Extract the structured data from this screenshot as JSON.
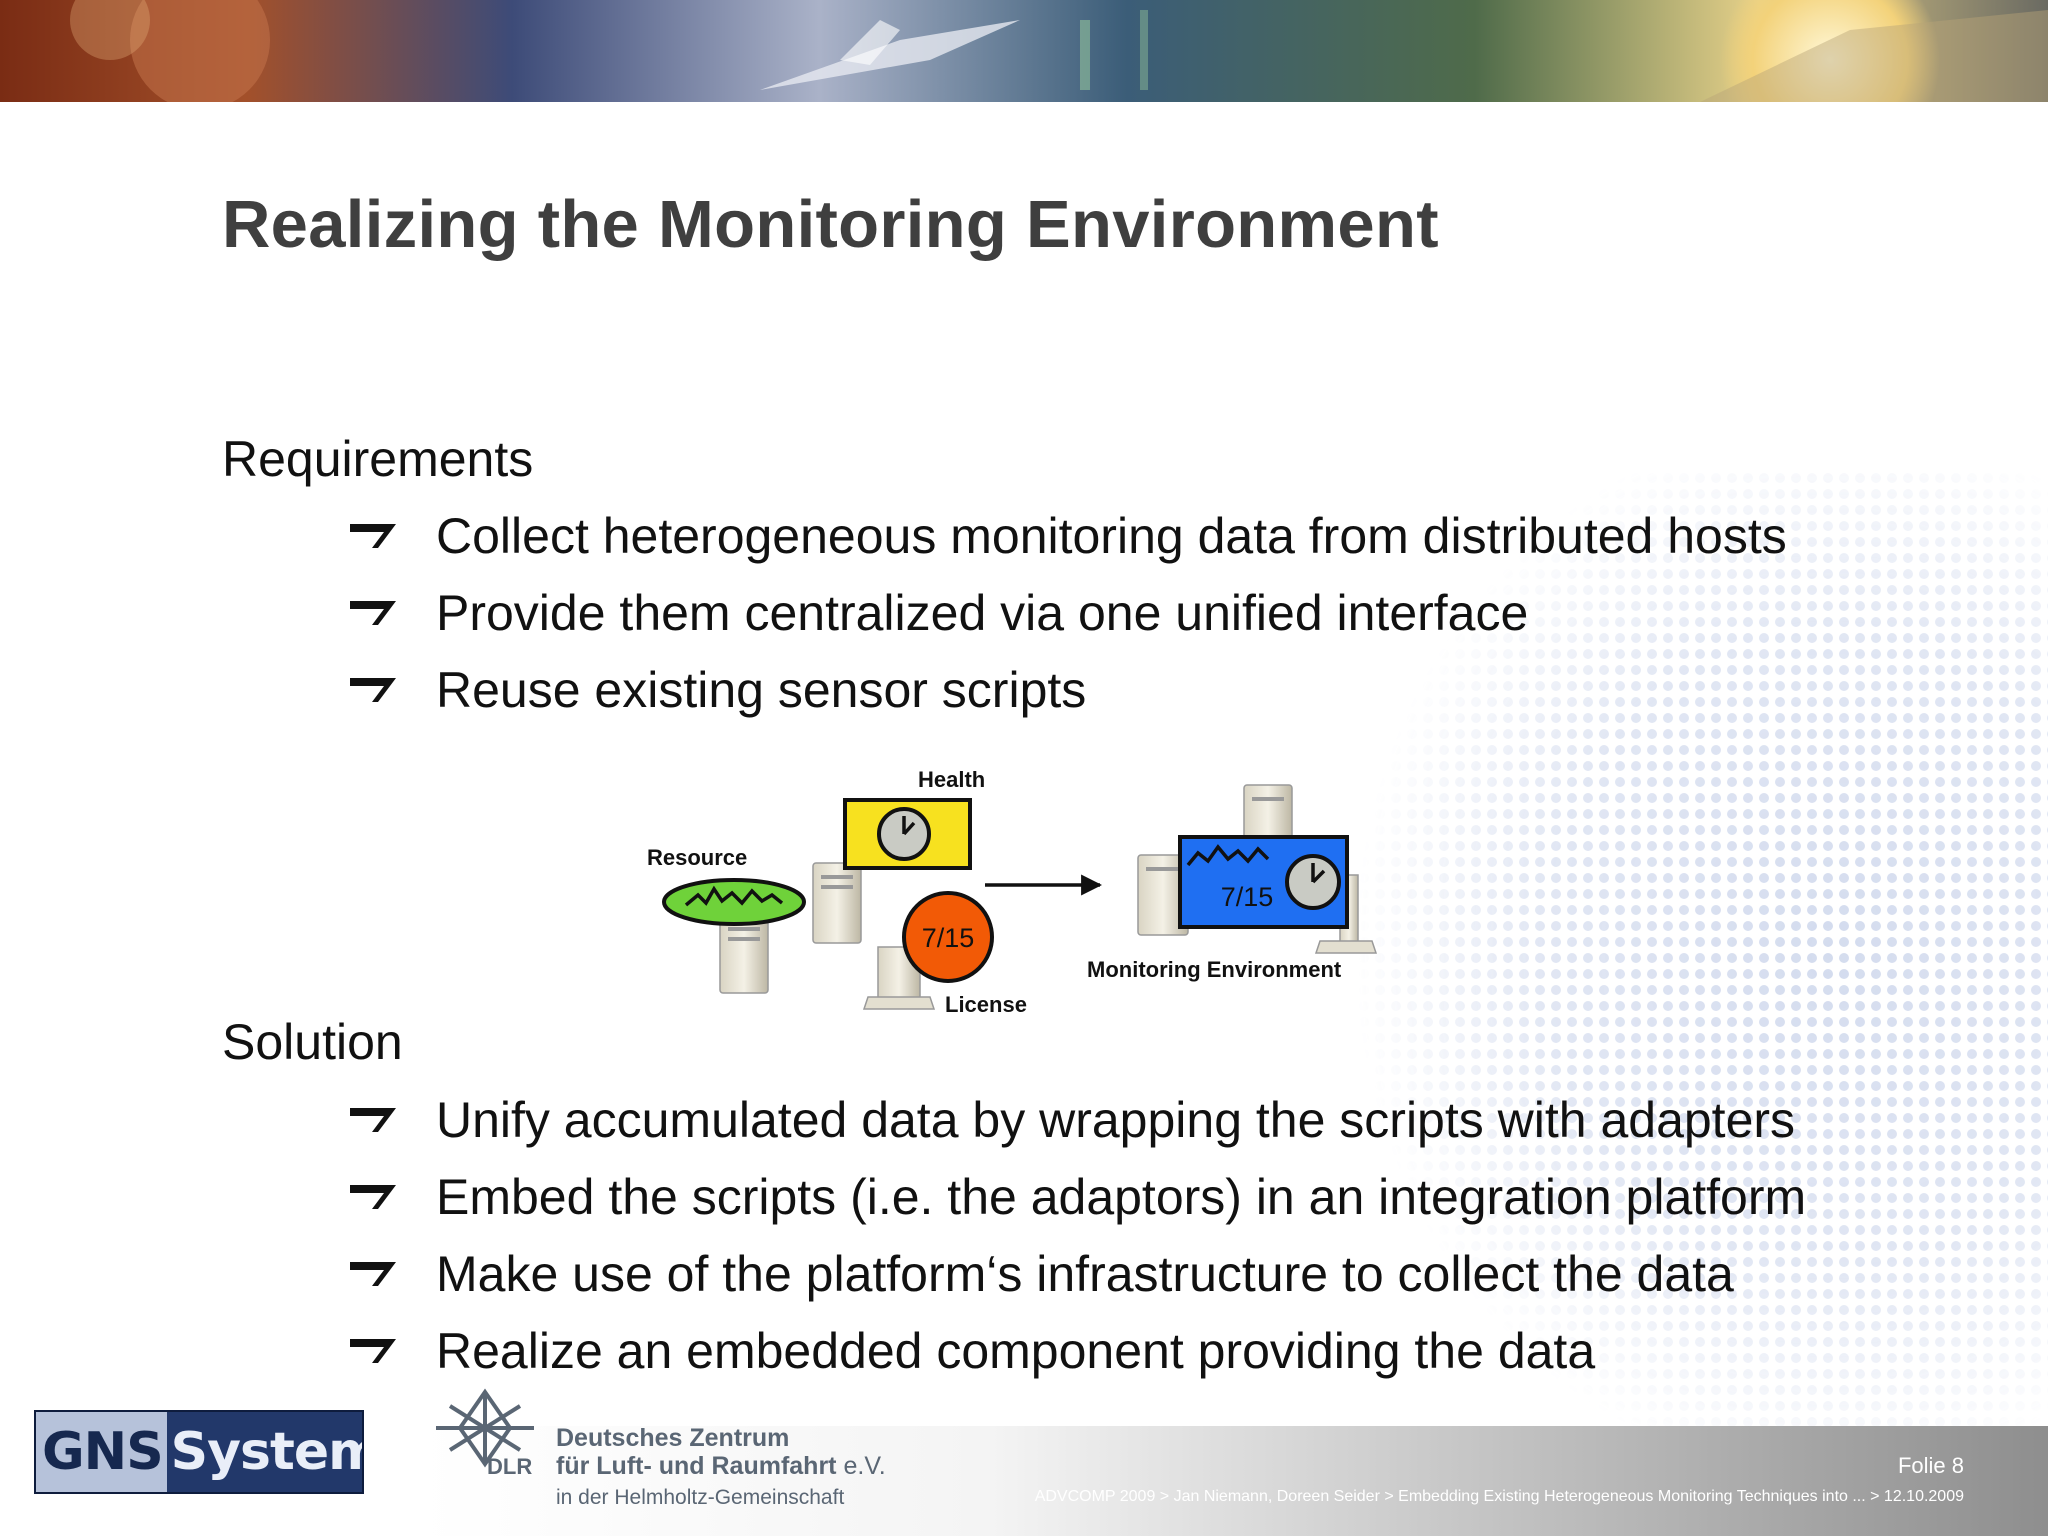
{
  "slide": {
    "title": "Realizing the Monitoring Environment"
  },
  "requirements": {
    "heading": "Requirements",
    "items": [
      "Collect heterogeneous monitoring data from distributed hosts",
      "Provide them centralized via one unified interface",
      "Reuse existing sensor scripts"
    ]
  },
  "diagram": {
    "resource_label": "Resource",
    "health_label": "Health",
    "license_label": "License",
    "license_value": "7/15",
    "monitoring_label": "Monitoring Environment",
    "monitoring_value": "7/15",
    "colors": {
      "resource": "#6fd23a",
      "health": "#f7e11f",
      "license": "#f25a06",
      "monitoring": "#1f6ff2"
    }
  },
  "solution": {
    "heading": "Solution",
    "items": [
      "Unify accumulated data by wrapping the scripts with adapters",
      "Embed the scripts (i.e. the adaptors) in an integration platform",
      "Make use of the platform‘s infrastructure to collect the data",
      "Realize an embedded component providing the data"
    ]
  },
  "footer": {
    "gns_logo": {
      "part1": "GNS",
      "part2": "Systems"
    },
    "dlr": {
      "abbrev": "DLR",
      "name_line1": "Deutsches Zentrum",
      "name_line2": "für Luft- und Raumfahrt",
      "name_suffix": "e.V.",
      "helmholtz": "in der Helmholtz-Gemeinschaft"
    },
    "slide_number": "Folie 8",
    "meta": "ADVCOMP 2009 > Jan Niemann, Doreen Seider  > Embedding Existing Heterogeneous Monitoring Techniques into ...  > 12.10.2009"
  }
}
